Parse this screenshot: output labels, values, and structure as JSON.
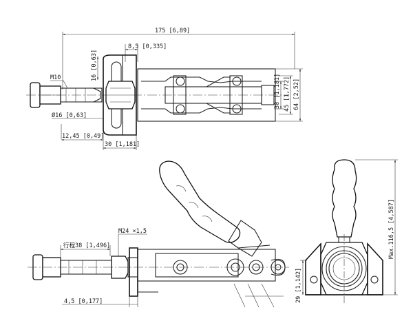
{
  "dimensions": {
    "overall_length": "175 [6,89]",
    "plate_thickness": "8,5 [0,335]",
    "plate_offset": "16 [0,63]",
    "thread_top": "M10",
    "bolt_diameter": "Ø16 [0,63]",
    "inner_height": "30 [1,181]",
    "mid_height": "45 [1,772]",
    "outer_height": "64 [2,52]",
    "stroke_left": "12,45 [0,49]",
    "base_width": "30 [1,181]",
    "thread_side": "M24 ×1,5",
    "stroke_length": "行程38 [1,496]",
    "base_thickness": "4,5 [0,177]",
    "base_height": "29 [1,142]",
    "max_height": "Max.116,5 [4,587]"
  }
}
